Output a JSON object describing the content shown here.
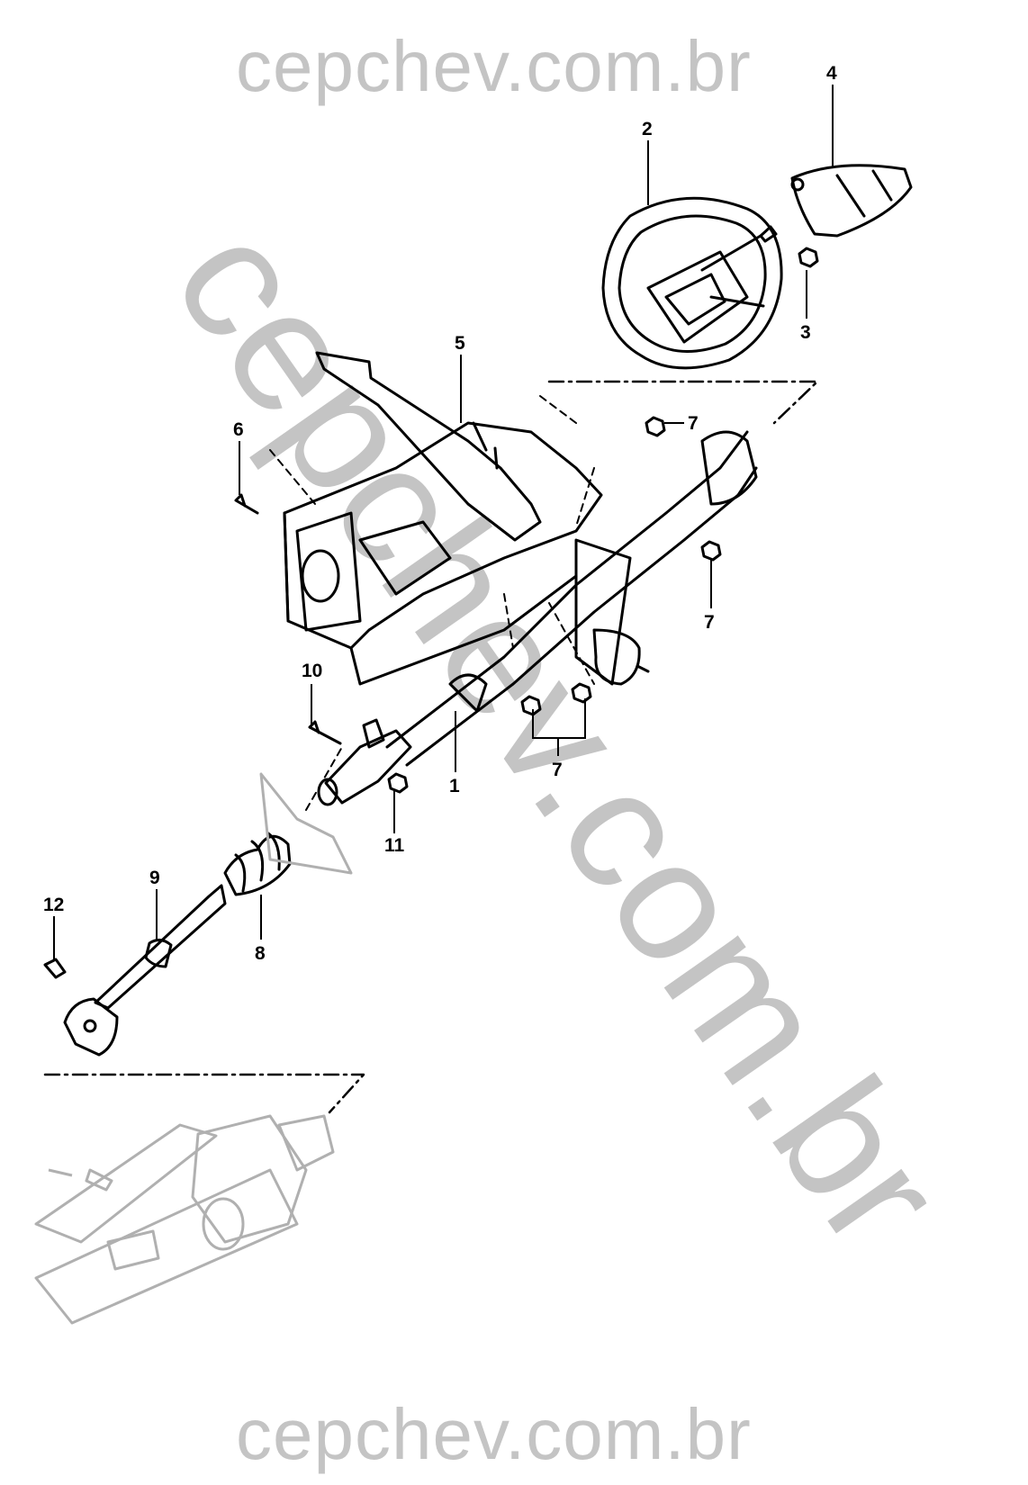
{
  "watermarks": {
    "top": "cepchev.com.br",
    "diagonal": "cepchev.com.br",
    "bottom": "cepchev.com.br"
  },
  "callouts": {
    "c1": "1",
    "c2": "2",
    "c3": "3",
    "c4": "4",
    "c5": "5",
    "c6": "6",
    "c7a": "7",
    "c7b": "7",
    "c7c": "7",
    "c8": "8",
    "c9": "9",
    "c10": "10",
    "c11": "11",
    "c12": "12"
  },
  "colors": {
    "line": "#000000",
    "watermark": "#c4c4c4",
    "ghost": "#b0b0b0"
  }
}
